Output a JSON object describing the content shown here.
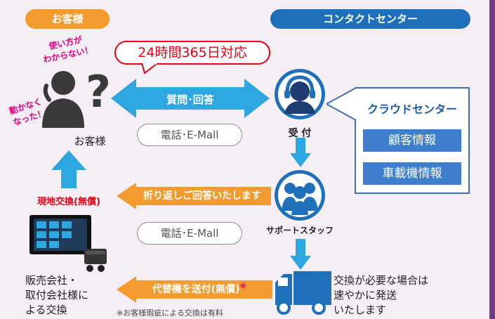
{
  "header": {
    "customer_label": "お客様",
    "center_label": "コンタクトセンター"
  },
  "badge_24h": "24時間365日対応",
  "customer": {
    "caption": "お客様",
    "note_top": "使い方が\nわからない！",
    "note_side": "動かなく\nなった！"
  },
  "arrows": {
    "question_answer": "質問･回答",
    "callback": "折り返しご回答いたします",
    "replacement_ship": "代替機を送付(無償)",
    "replacement_mark": "※"
  },
  "channels": {
    "upper": "電話･E-Mall",
    "lower": "電話･E-Mall"
  },
  "reception_label": "受 付",
  "support_staff_label": "サポートスタッフ",
  "cloud_center": {
    "title": "クラウドセンター",
    "items": [
      "顧客情報",
      "車載機情報"
    ]
  },
  "onsite_exchange": "現地交換(無償)",
  "dealer_exchange": "販売会社・\n取付会社様に\nよる交換",
  "shipping_note": "交換が必要な場合は\n速やかに発送\nいたします",
  "footnote": "※お客様瑕疵による交換は有料",
  "colors": {
    "orange": "#f39b2f",
    "blue": "#1f6fba",
    "light_blue": "#2ea7e0",
    "red": "#e60012",
    "purple": "#6e3d8c"
  }
}
